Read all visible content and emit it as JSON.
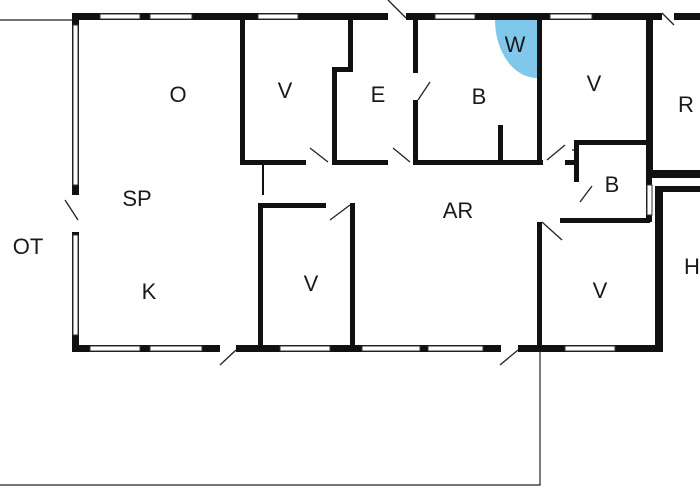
{
  "rooms": {
    "ot": "OT",
    "o": "O",
    "sp": "SP",
    "k": "K",
    "v1": "V",
    "e": "E",
    "b1": "B",
    "w": "W",
    "v2": "V",
    "r": "R",
    "ar": "AR",
    "b2": "B",
    "v3": "V",
    "v4": "V",
    "h": "H"
  },
  "colors": {
    "wall": "#111111",
    "shower": "#7fc8ec",
    "background": "#ffffff"
  }
}
